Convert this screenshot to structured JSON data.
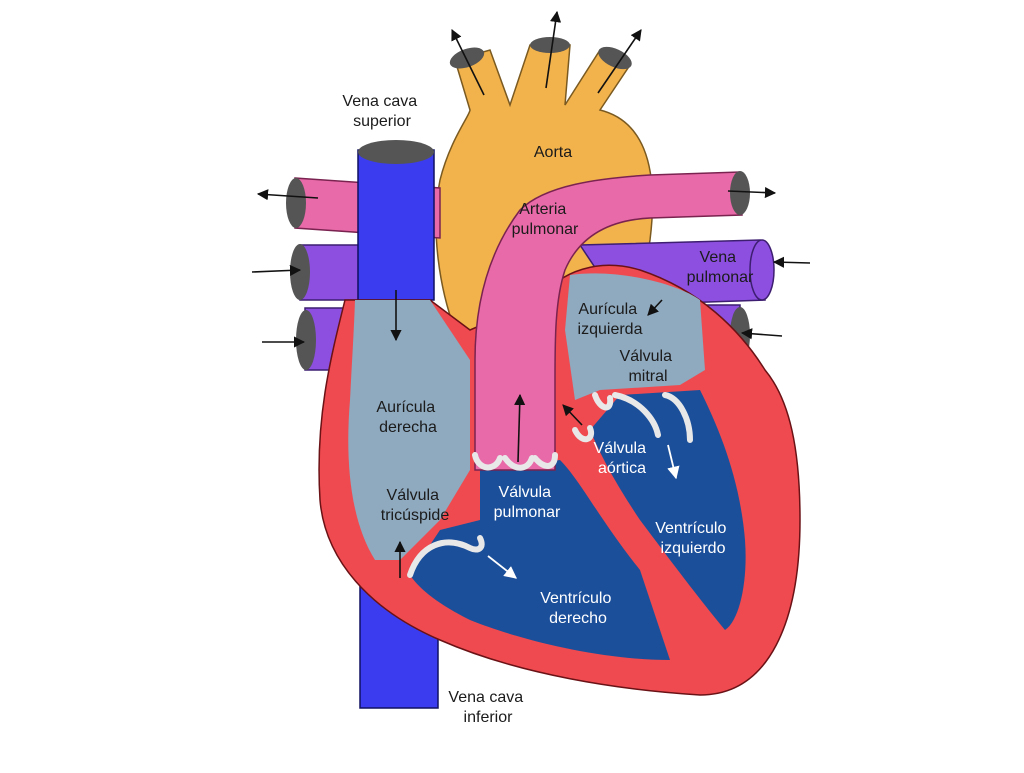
{
  "colors": {
    "aorta": "#f2b24c",
    "pulmonary_artery": "#e86aa8",
    "pulmonary_vein": "#8c4fe0",
    "vena_cava": "#3b3cf0",
    "atrium": "#8fa9be",
    "ventricle": "#1c4f9a",
    "myocardium": "#ef4a4f",
    "valve": "#e8e8e8",
    "arrow_dark": "#111111",
    "arrow_light": "#ffffff"
  },
  "labels": {
    "vena_cava_superior": [
      "Vena cava",
      "superior"
    ],
    "aorta": [
      "Aorta"
    ],
    "arteria_pulmonar": [
      "Arteria",
      "pulmonar"
    ],
    "vena_pulmonar": [
      "Vena",
      "pulmonar"
    ],
    "auricula_izquierda": [
      "Aurícula",
      "izquierda"
    ],
    "valvula_mitral": [
      "Válvula",
      "mitral"
    ],
    "auricula_derecha": [
      "Aurícula",
      "derecha"
    ],
    "valvula_aortica": [
      "Válvula",
      "aórtica"
    ],
    "valvula_tricuspide": [
      "Válvula",
      "tricúspide"
    ],
    "valvula_pulmonar": [
      "Válvula",
      "pulmonar"
    ],
    "ventriculo_izquierdo": [
      "Ventrículo",
      "izquierdo"
    ],
    "ventriculo_derecho": [
      "Ventrículo",
      "derecho"
    ],
    "vena_cava_inferior": [
      "Vena cava",
      "inferior"
    ]
  }
}
